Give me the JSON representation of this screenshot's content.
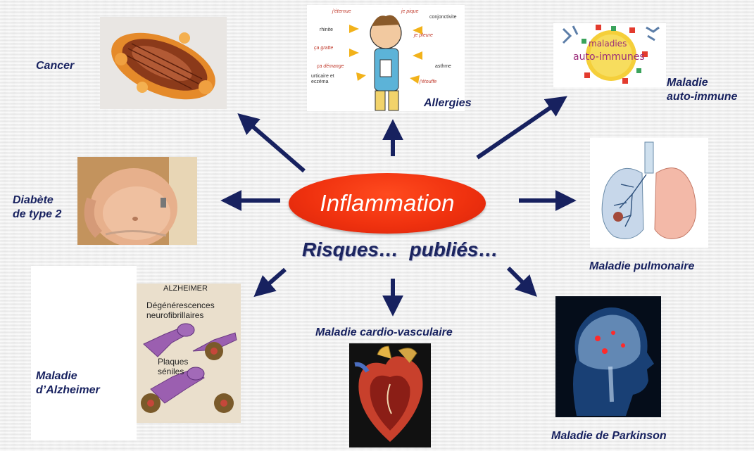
{
  "center": {
    "title": "Inflammation",
    "subtitle": "Risques…  publiés…"
  },
  "labels": {
    "cancer": "Cancer",
    "allergies": "Allergies",
    "autoimmune_1": "Maladie",
    "autoimmune_2": "auto-immune",
    "diabetes_1": "Diabète",
    "diabetes_2": "de type 2",
    "pulmonary": "Maladie pulmonaire",
    "alzheimer_1": "Maladie",
    "alzheimer_2": "d’Alzheimer",
    "cardio": "Maladie cardio-vasculaire",
    "parkinson": "Maladie de Parkinson"
  },
  "allergy_image": {
    "words": [
      "j'éternue",
      "je pique",
      "conjonctivite",
      "rhinite",
      "je pleure",
      "ça gratte",
      "ça démange",
      "asthme",
      "urticaire et",
      "eczéma",
      "j'étouffe"
    ]
  },
  "autoimmune_image": {
    "line1": "maladies",
    "line2": "auto-immunes"
  },
  "alzheimer_image": {
    "title": "ALZHEIMER",
    "label1_a": "Dégénérescences",
    "label1_b": "neurofibrillaires",
    "label2_a": "Plaques",
    "label2_b": "séniles"
  },
  "colors": {
    "arrow": "#17215f",
    "label": "#17215f",
    "ellipse": "#f0320f"
  }
}
